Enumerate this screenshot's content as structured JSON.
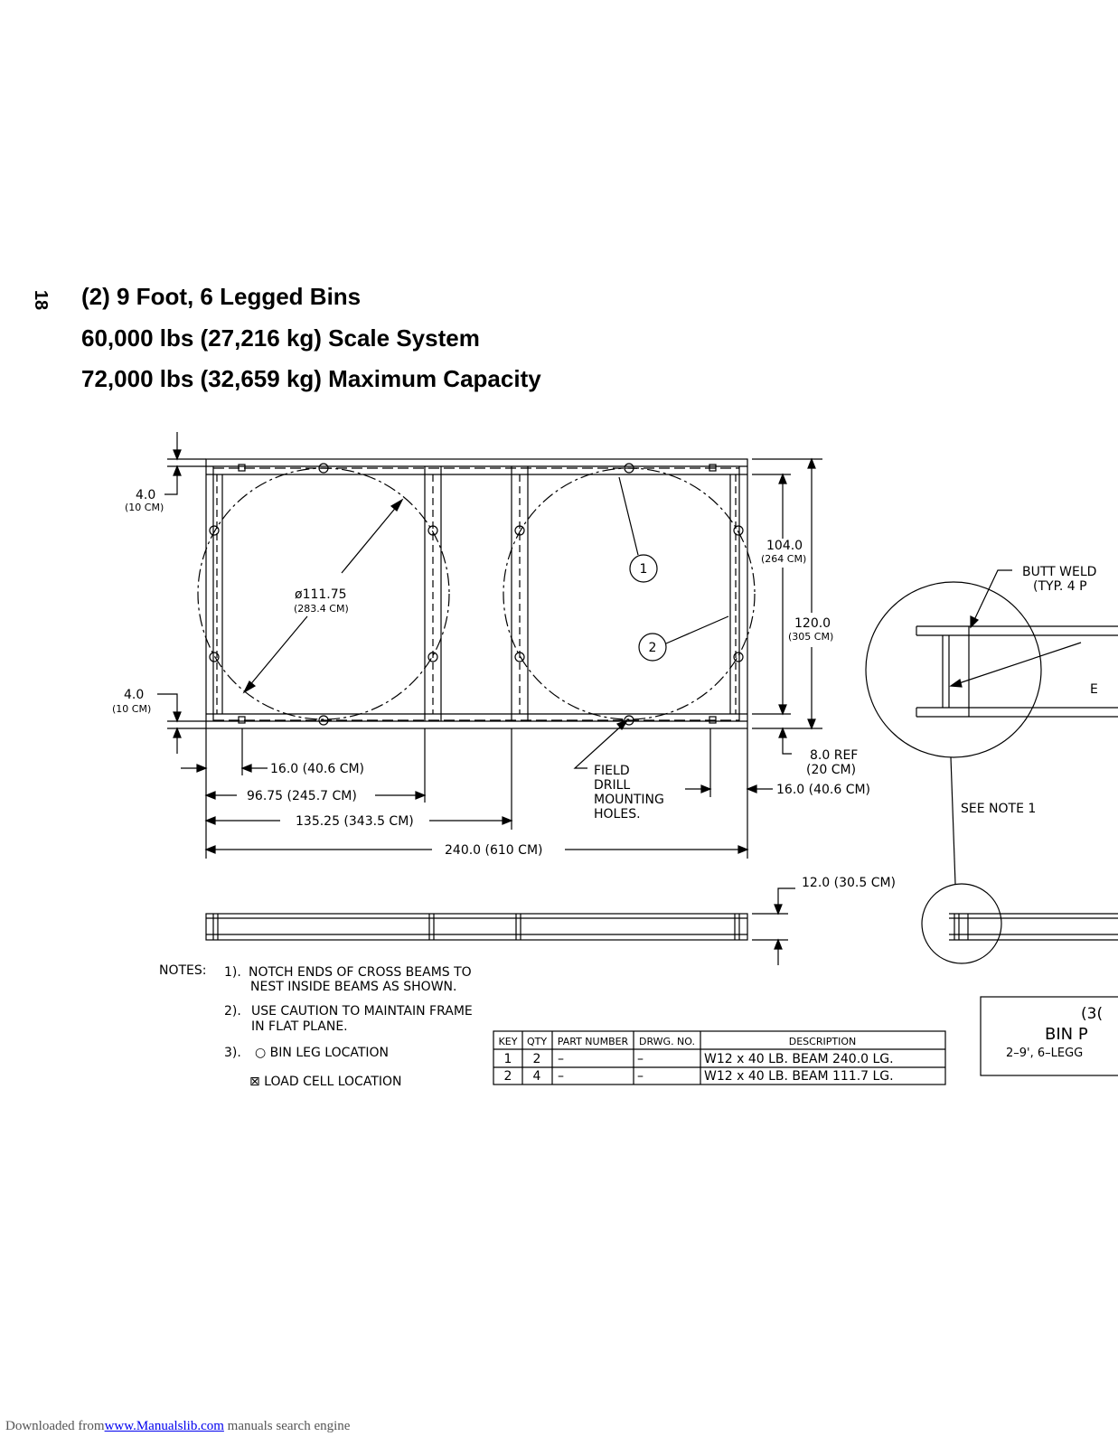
{
  "page": {
    "number": "18",
    "title_lines": [
      "(2) 9 Foot, 6 Legged Bins",
      "60,000 lbs (27,216 kg) Scale System",
      "72,000 lbs (32,659 kg) Maximum Capacity"
    ]
  },
  "drawing": {
    "dimensions": {
      "top_offset": "4.0",
      "top_offset_cm": "(10 CM)",
      "bottom_offset": "4.0",
      "bottom_offset_cm": "(10 CM)",
      "diameter": "ø111.75",
      "diameter_cm": "(283.4 CM)",
      "inner_height": "104.0",
      "inner_height_cm": "(264 CM)",
      "outer_height": "120.0",
      "outer_height_cm": "(305 CM)",
      "ref_width": "8.0 REF",
      "ref_width_cm": "(20 CM)",
      "left_loadcell": "16.0 (40.6 CM)",
      "right_loadcell": "16.0 (40.6 CM)",
      "crossbeam_1": "96.75 (245.7 CM)",
      "crossbeam_2": "135.25 (343.5 CM)",
      "overall_length": "240.0 (610 CM)",
      "beam_height": "12.0 (30.5 CM)"
    },
    "field_drill": [
      "FIELD",
      "DRILL",
      "MOUNTING",
      "HOLES."
    ],
    "callouts": [
      "1",
      "2"
    ],
    "butt_weld": [
      "BUTT WELD",
      "(TYP. 4 P"
    ],
    "detail_fragments": [
      "E"
    ],
    "see_note": "SEE NOTE 1"
  },
  "notes": {
    "heading": "NOTES:",
    "items": [
      {
        "num": "1).",
        "lines": [
          "NOTCH ENDS OF CROSS BEAMS TO",
          "NEST INSIDE BEAMS AS SHOWN."
        ]
      },
      {
        "num": "2).",
        "lines": [
          "USE CAUTION TO MAINTAIN FRAME",
          "IN FLAT PLANE."
        ]
      },
      {
        "num": "3).",
        "lines": [
          "○ BIN LEG LOCATION",
          "⊠ LOAD CELL LOCATION"
        ]
      }
    ]
  },
  "parts_table": {
    "headers": [
      "KEY",
      "QTY",
      "PART NUMBER",
      "DRWG. NO.",
      "DESCRIPTION"
    ],
    "rows": [
      [
        "1",
        "2",
        "–",
        "–",
        "W12 x 40 LB. BEAM 240.0 LG."
      ],
      [
        "2",
        "4",
        "–",
        "–",
        "W12 x 40 LB. BEAM 111.7 LG."
      ]
    ]
  },
  "title_block": {
    "lines": [
      "(3(",
      "BIN P",
      "2–9', 6–LEGG"
    ]
  },
  "footer": {
    "prefix": "Downloaded from",
    "link": "www.Manualslib.com",
    "suffix": " manuals search engine"
  }
}
